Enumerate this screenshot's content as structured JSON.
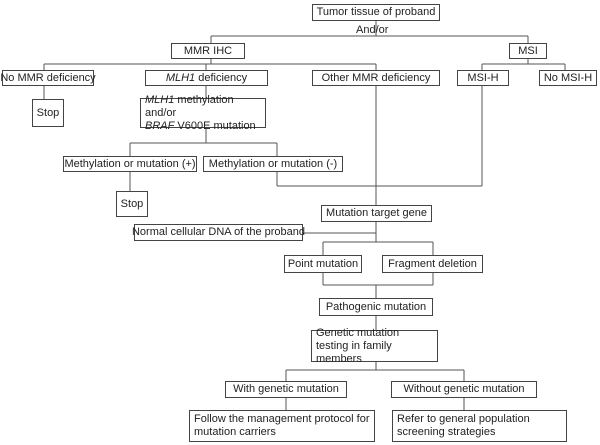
{
  "nodes": {
    "tumor": "Tumor tissue of proband",
    "andor": "And/or",
    "mmr_ihc": "MMR IHC",
    "msi": "MSI",
    "no_mmr": "No MMR deficiency",
    "mlh1_def_italic": "MLH1",
    "mlh1_def_rest": " deficiency",
    "other_mmr": "Other MMR deficiency",
    "msi_h": "MSI-H",
    "no_msi_h": "No MSI-H",
    "stop1": "Stop",
    "meth_line1_italic": "MLH1",
    "meth_line1_rest": " methylation and/or",
    "meth_line2_italic": "BRAF",
    "meth_line2_rest": " V600E mutation",
    "meth_pos": "Methylation or mutation (+)",
    "meth_neg": "Methylation or mutation (-)",
    "stop2": "Stop",
    "target_gene": "Mutation target gene",
    "normal_dna": "Normal cellular DNA of the proband",
    "point_mut": "Point mutation",
    "frag_del": "Fragment deletion",
    "pathogenic": "Pathogenic mutation",
    "family_test": "Genetic mutation testing in family members",
    "with_mut": "With genetic mutation",
    "without_mut": "Without genetic mutation",
    "follow_protocol": "Follow the management protocol for mutation carriers",
    "refer_general": "Refer to general population screening strategies"
  }
}
